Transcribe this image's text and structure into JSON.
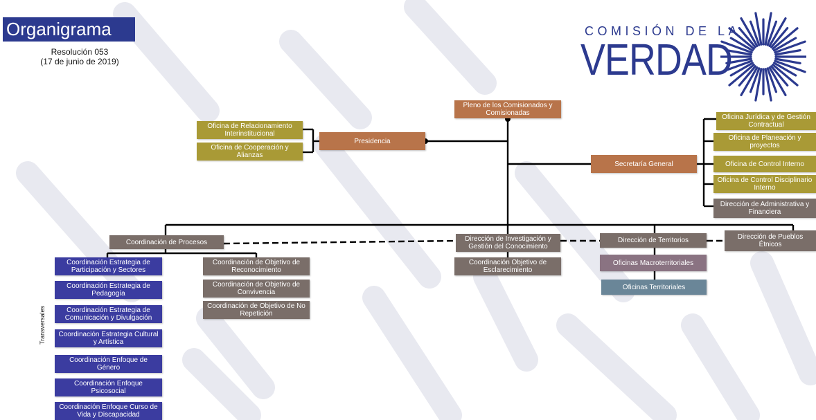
{
  "header": {
    "title": "Organigrama",
    "subtitle_line1": "Resolución 053",
    "subtitle_line2": "(17 de junio de 2019)"
  },
  "logo": {
    "line1": "COMISIÓN DE LA",
    "line2": "VERDAD",
    "color": "#2c3a8f"
  },
  "colors": {
    "orange": "#b8744a",
    "olive": "#a99a36",
    "gray": "#7a6e69",
    "blue": "#3b3ca0",
    "mauve": "#8a7382",
    "teal": "#6a8698",
    "line": "#000000"
  },
  "nodes": {
    "pleno": "Pleno de los Comisionados y Comisionadas",
    "presidencia": "Presidencia",
    "oficina_relacionamiento": "Oficina de Relacionamiento Interinstitucional",
    "oficina_cooperacion": "Oficina de Cooperación y Alianzas",
    "secretaria_general": "Secretaría General",
    "oficina_juridica": "Oficina Jurídica y de Gestión Contractual",
    "oficina_planeacion": "Oficina de Planeación y proyectos",
    "oficina_control_interno": "Oficina de Control Interno",
    "oficina_control_disciplinario": "Oficina de Control Disciplinario Interno",
    "direccion_administrativa": "Dirección de Administrativa y Financiera",
    "coordinacion_procesos": "Coordinación de Procesos",
    "direccion_investigacion": "Dirección de Investigación y Gestión del Conocimiento",
    "direccion_territorios": "Dirección de Territorios",
    "direccion_pueblos": "Dirección de Pueblos Étnicos",
    "coord_esclarecimiento": "Coordinación Objetivo de Esclarecimiento",
    "oficinas_macro": "Oficinas Macroterritoriales",
    "oficinas_territoriales": "Oficinas Territoriales",
    "coord_reconocimiento": "Coordinación de Objetivo de Reconocimiento",
    "coord_convivencia": "Coordinación de Objetivo de Convivencia",
    "coord_no_repeticion": "Coordinación de Objetivo de No Repetición",
    "transversales_label": "Transversales",
    "transversales": [
      "Coordinación Estrategia de Participación y Sectores",
      "Coordinación Estrategia de Pedagogía",
      "Coordinación Estrategia de Comunicación y Divulgación",
      "Coordinación Estrategia Cultural y Artística",
      "Coordinación Enfoque de Género",
      "Coordinación Enfoque Psicosocial",
      "Coordinación Enfoque Curso de Vida y Discapacidad"
    ]
  }
}
